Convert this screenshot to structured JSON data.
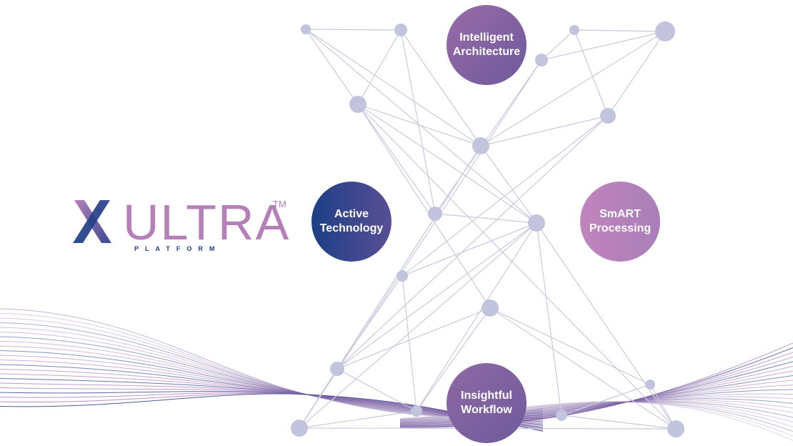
{
  "logo": {
    "wordmark": "ULTRA",
    "trademark": "TM",
    "subtitle": "PLATFORM"
  },
  "pillars": {
    "architecture": {
      "line1": "Intelligent",
      "line2": "Architecture"
    },
    "active": {
      "line1": "Active",
      "line2": "Technology"
    },
    "smart": {
      "line1": "SmART",
      "line2": "Processing"
    },
    "workflow": {
      "line1": "Insightful",
      "line2": "Workflow"
    }
  },
  "colors": {
    "brand_purple": "#b57fb8",
    "brand_navy": "#1f3f84",
    "node": "#c2c3dc",
    "network_line": "#c9cadf",
    "wave_purple": "#a878b5",
    "wave_navy": "#2b3f86"
  }
}
